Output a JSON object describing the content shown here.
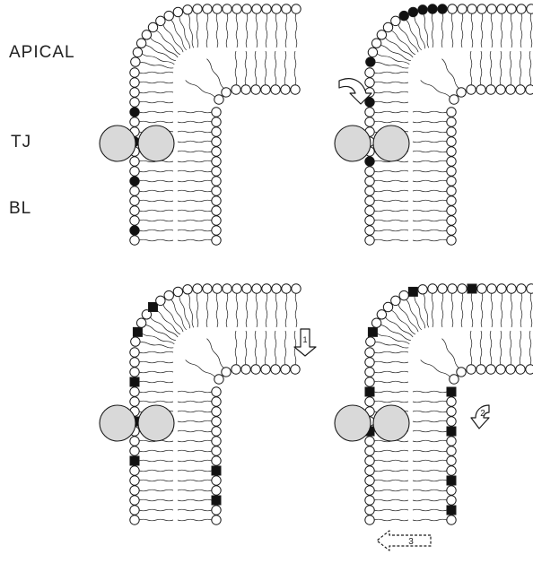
{
  "labels": {
    "apical": "APICAL",
    "tight_junction": "TJ",
    "basolateral": "BL"
  },
  "arrows": {
    "step_1": "1",
    "step_2": "2",
    "step_3": "3"
  },
  "colors": {
    "ink": "#1a1a1a",
    "headgroup_fill": "#ffffff",
    "marked_lipid": "#111111",
    "junction_protein": "#d9d9d9"
  },
  "panels": [
    {
      "name": "panel-initial",
      "marker_shape": "circle",
      "outer_marked_heads": [
        1,
        6,
        10,
        13
      ],
      "inner_marked_heads": [],
      "arrow": null
    },
    {
      "name": "panel-outer-leaflet-diffusion",
      "marker_shape": "circle",
      "outer_marked_heads": [
        8,
        14,
        18,
        24,
        25,
        26,
        27,
        28
      ],
      "inner_marked_heads": [],
      "arrow": "curved-left"
    },
    {
      "name": "panel-flip-inward",
      "marker_shape": "square",
      "outer_marked_heads": [
        6,
        10,
        14,
        19,
        22
      ],
      "inner_marked_heads": [
        2,
        5
      ],
      "arrow": "down-1"
    },
    {
      "name": "panel-inner-leaflet-diffusion",
      "marker_shape": "square",
      "outer_marked_heads": [
        9,
        13,
        19,
        25,
        31
      ],
      "inner_marked_heads": [
        1,
        4,
        9,
        13
      ],
      "arrow": "curved-2-and-left-3"
    }
  ]
}
